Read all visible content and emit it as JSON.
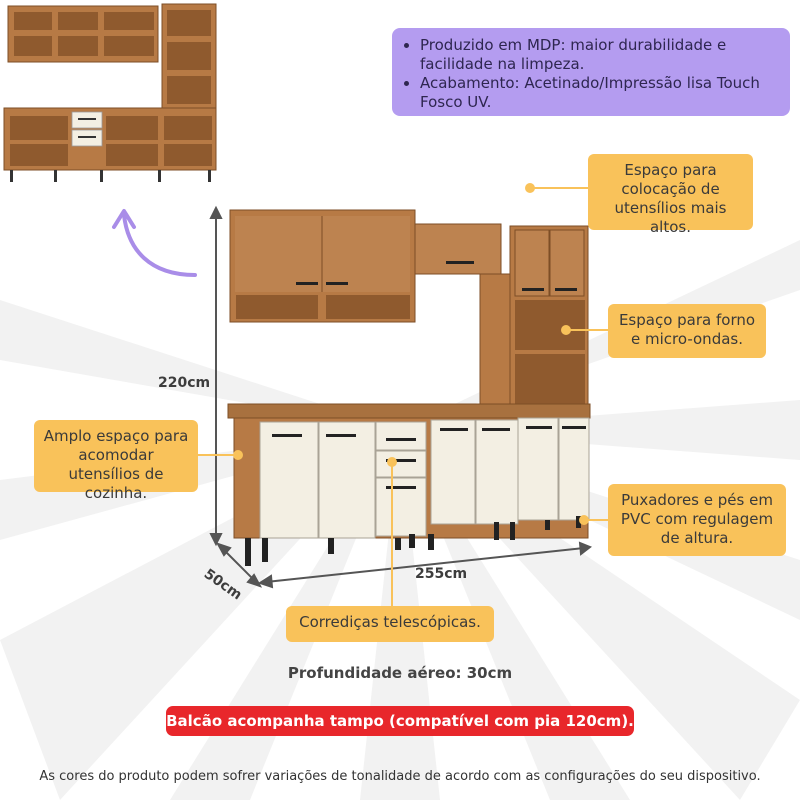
{
  "features": {
    "items": [
      "Produzido em MDP: maior durabilidade e facilidade na limpeza.",
      "Acabamento: Acetinado/Impressão lisa Touch Fosco UV."
    ]
  },
  "callouts": {
    "tall_space": "Espaço para colocação de utensílios mais altos.",
    "oven_space": "Espaço para forno e micro-ondas.",
    "storage": "Amplo espaço para acomodar utensílios de cozinha.",
    "handles_feet": "Puxadores e pés em PVC com regulagem de altura.",
    "slides": "Corrediças telescópicas."
  },
  "dimensions": {
    "height": "220cm",
    "width": "255cm",
    "depth": "50cm"
  },
  "notes": {
    "aerial_depth": "Profundidade aéreo: 30cm",
    "countertop": "Balcão acompanha tampo (compatível com pia 120cm).",
    "disclaimer": "As cores do produto podem sofrer variações de tonalidade de acordo com as configurações do seu dispositivo."
  },
  "colors": {
    "wood": "#b77a45",
    "wood_dark": "#8f5a2e",
    "off_white": "#f3efe3",
    "callout": "#f9c25a",
    "purple": "#b49cf0",
    "red": "#e8272b",
    "arrow": "#a98de8"
  }
}
